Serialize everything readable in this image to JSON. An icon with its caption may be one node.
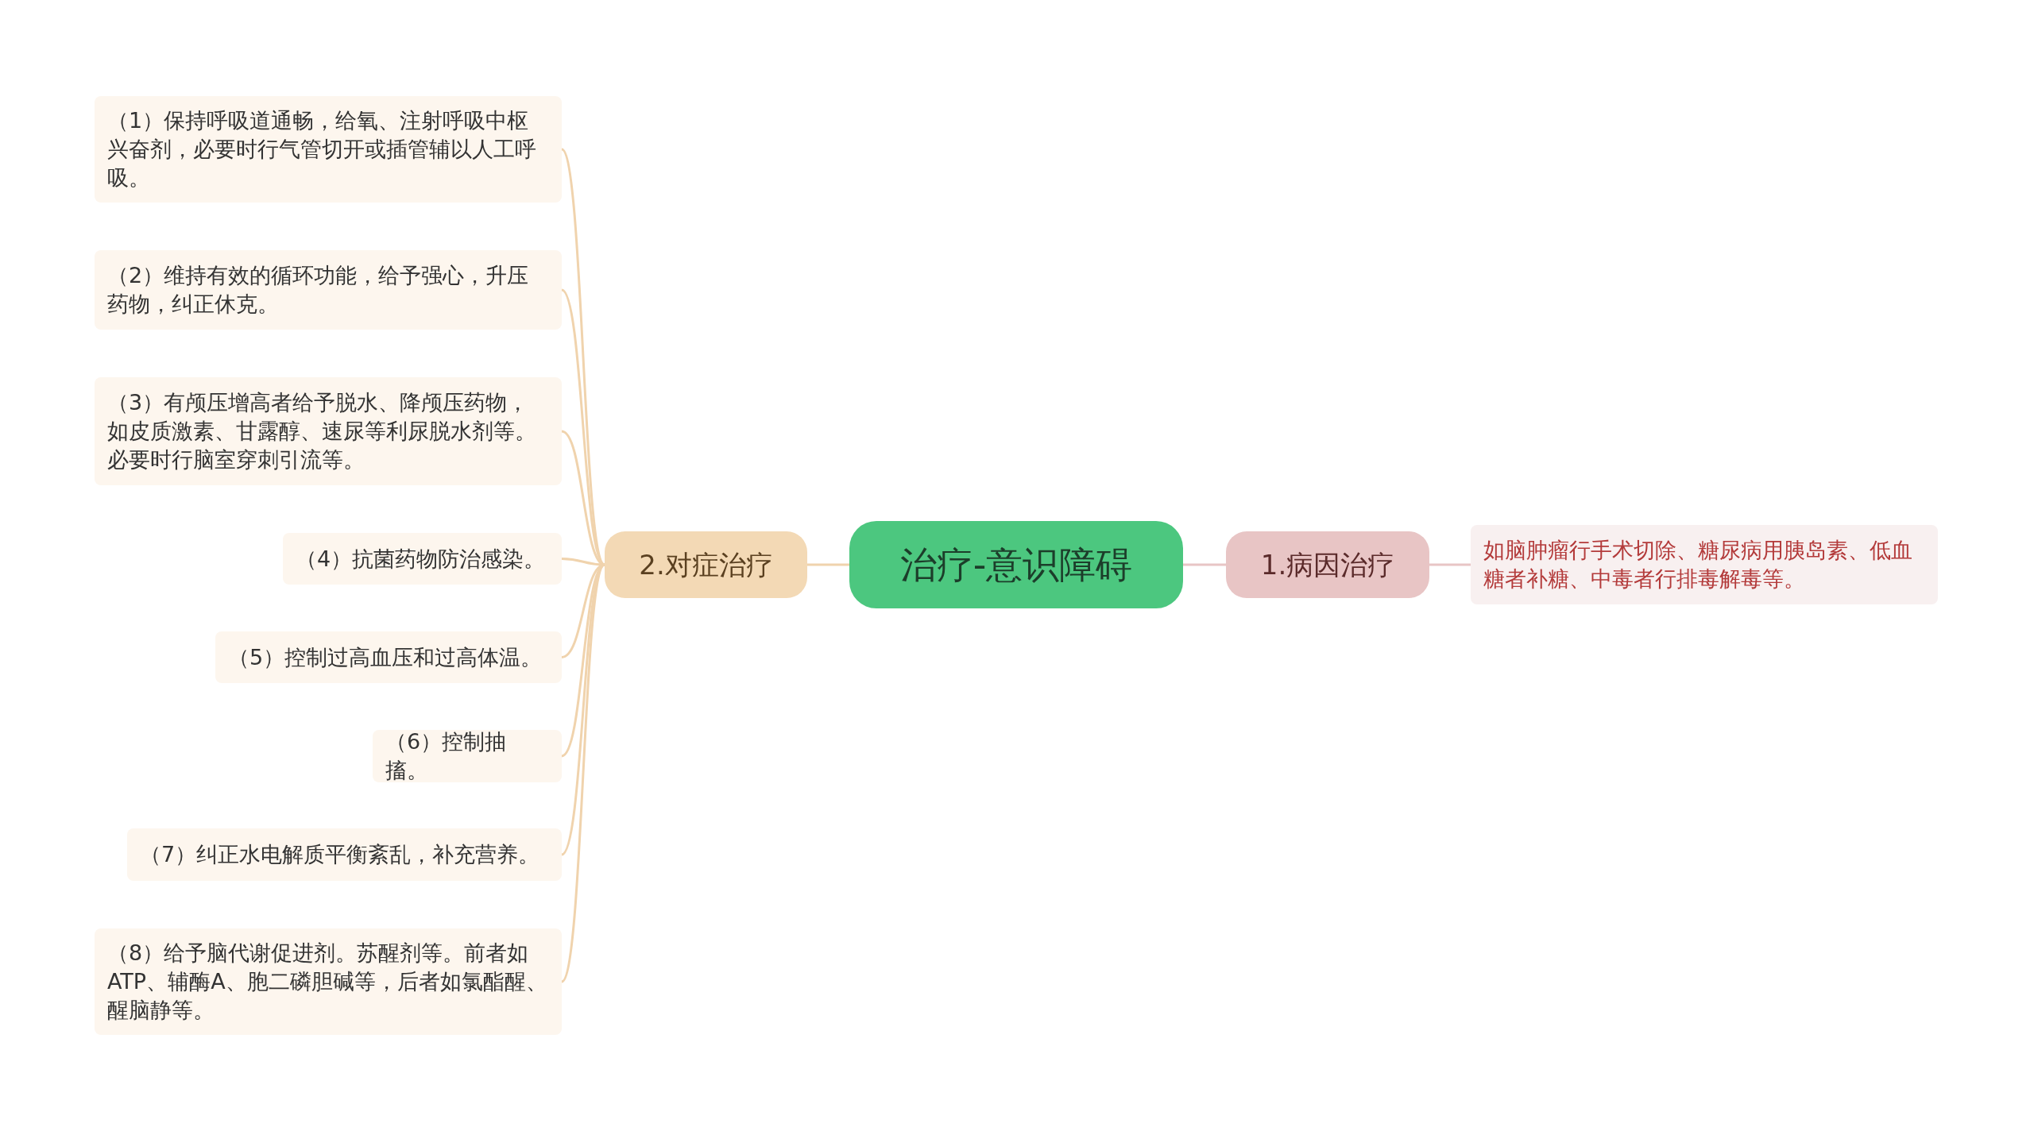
{
  "diagram": {
    "nodes": [
      {
        "text": [
          "治疗-意识障碍"
        ]
      },
      {
        "text": [
          "1.病因治疗"
        ]
      },
      {
        "text": [
          "如脑肿瘤行手术切除、糖尿病用胰岛素、低血糖者补糖、中毒者行排毒解毒等。"
        ]
      },
      {
        "text": [
          "2.对症治疗"
        ]
      },
      {
        "text": [
          "（1）保持呼吸道通畅，给氧、注射呼吸中枢兴奋剂，必要时行气管切开或插管辅以人工呼吸。"
        ]
      },
      {
        "text": [
          "（2）维持有效的循环功能，给予强心，升压药物，纠正休克。"
        ]
      },
      {
        "text": [
          "（3）有颅压增高者给予脱水、降颅压药物，如皮质激素、甘露醇、速尿等利尿脱水剂等。必要时行脑室穿刺引流等。"
        ]
      },
      {
        "text": [
          "（4）抗菌药物防治感染。"
        ]
      },
      {
        "text": [
          "（5）控制过高血压和过高体温。"
        ]
      },
      {
        "text": [
          "（6）控制抽搐。"
        ]
      },
      {
        "text": [
          "（7）纠正水电解质平衡紊乱，补充营养。"
        ]
      },
      {
        "text": [
          "（8）给予脑代谢促进剂。苏醒剂等。前者如ATP、辅酶A、胞二磷胆碱等，后者如氯酯醒、醒脑静等。"
        ]
      }
    ],
    "edges": [
      {
        "from": 0,
        "to": 1,
        "arrow": "none",
        "color": "#e8c5c5"
      },
      {
        "from": 1,
        "to": 2,
        "arrow": "none",
        "color": "#e8c5c5"
      },
      {
        "from": 0,
        "to": 3,
        "arrow": "none"
      },
      {
        "from": 3,
        "to": 4,
        "arrow": "none"
      },
      {
        "from": 3,
        "to": 5,
        "arrow": "none"
      },
      {
        "from": 3,
        "to": 6,
        "arrow": "none"
      },
      {
        "from": 3,
        "to": 7,
        "arrow": "none"
      },
      {
        "from": 3,
        "to": 8,
        "arrow": "none"
      },
      {
        "from": 3,
        "to": 9,
        "arrow": "none"
      },
      {
        "from": 3,
        "to": 10,
        "arrow": "none"
      },
      {
        "from": 3,
        "to": 11,
        "arrow": "none"
      }
    ]
  }
}
